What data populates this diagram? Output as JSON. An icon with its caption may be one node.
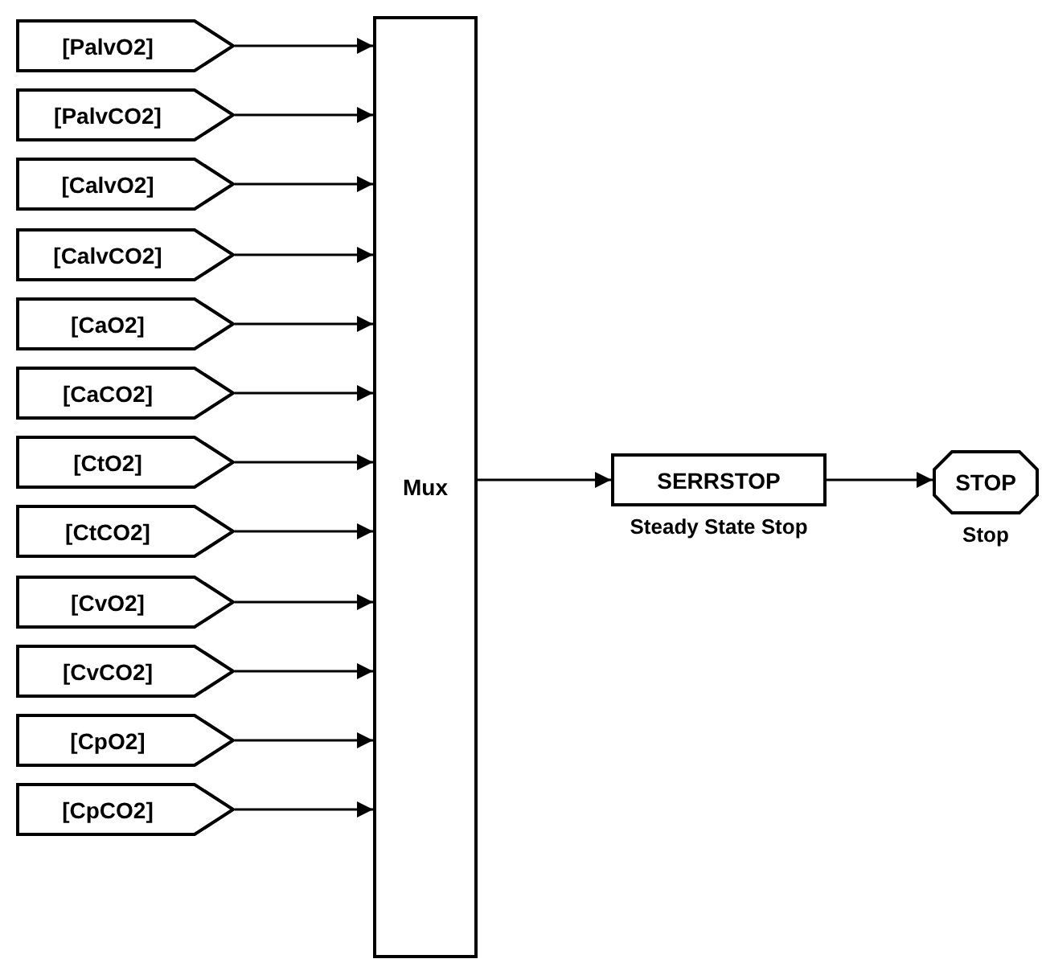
{
  "diagram": {
    "nodes": [
      {
        "text": [
          "[PalvO2]"
        ]
      },
      {
        "text": [
          "[PalvCO2]"
        ]
      },
      {
        "text": [
          "[CalvO2]"
        ]
      },
      {
        "text": [
          "[CalvCO2]"
        ]
      },
      {
        "text": [
          "[CaO2]"
        ]
      },
      {
        "text": [
          "[CaCO2]"
        ]
      },
      {
        "text": [
          "[CtO2]"
        ]
      },
      {
        "text": [
          "[CtCO2]"
        ]
      },
      {
        "text": [
          "[CvO2]"
        ]
      },
      {
        "text": [
          "[CvCO2]"
        ]
      },
      {
        "text": [
          "[CpO2]"
        ]
      },
      {
        "text": [
          "[CpCO2]"
        ]
      },
      {
        "text": [
          "Mux"
        ]
      },
      {
        "text": [
          "SERRSTOP"
        ],
        "beside": [
          "Steady State Stop"
        ]
      },
      {
        "text": [
          "STOP"
        ],
        "beside": [
          "Stop"
        ]
      }
    ],
    "edges": [
      {
        "from": 0,
        "to": 12,
        "arrow": "to"
      },
      {
        "from": 1,
        "to": 12,
        "arrow": "to"
      },
      {
        "from": 2,
        "to": 12,
        "arrow": "to"
      },
      {
        "from": 3,
        "to": 12,
        "arrow": "to"
      },
      {
        "from": 4,
        "to": 12,
        "arrow": "to"
      },
      {
        "from": 5,
        "to": 12,
        "arrow": "to"
      },
      {
        "from": 6,
        "to": 12,
        "arrow": "to"
      },
      {
        "from": 7,
        "to": 12,
        "arrow": "to"
      },
      {
        "from": 8,
        "to": 12,
        "arrow": "to"
      },
      {
        "from": 9,
        "to": 12,
        "arrow": "to"
      },
      {
        "from": 10,
        "to": 12,
        "arrow": "to"
      },
      {
        "from": 11,
        "to": 12,
        "arrow": "to"
      },
      {
        "from": 12,
        "to": 13,
        "arrow": "to"
      },
      {
        "from": 13,
        "to": 14,
        "arrow": "to"
      }
    ]
  }
}
